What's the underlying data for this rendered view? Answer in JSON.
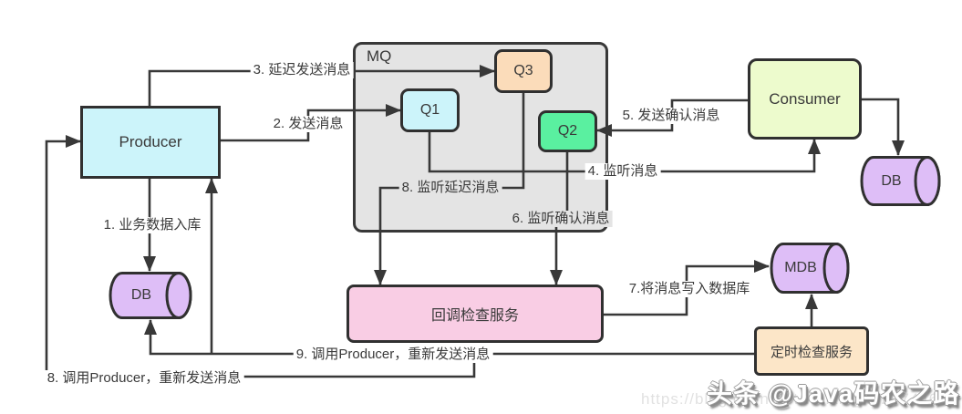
{
  "diagram": {
    "nodes": {
      "producer": {
        "label": "Producer"
      },
      "mq": {
        "label": "MQ"
      },
      "q1": {
        "label": "Q1"
      },
      "q2": {
        "label": "Q2"
      },
      "q3": {
        "label": "Q3"
      },
      "consumer": {
        "label": "Consumer"
      },
      "db_producer": {
        "label": "DB"
      },
      "db_consumer": {
        "label": "DB"
      },
      "mdb": {
        "label": "MDB"
      },
      "callback_service": {
        "label": "回调检查服务"
      },
      "timer_service": {
        "label": "定时检查服务"
      }
    },
    "edges": {
      "step1": {
        "label": "1. 业务数据入库"
      },
      "step2": {
        "label": "2. 发送消息"
      },
      "step3": {
        "label": "3. 延迟发送消息"
      },
      "step4": {
        "label": "4. 监听消息"
      },
      "step5": {
        "label": "5. 发送确认消息"
      },
      "step6": {
        "label": "6. 监听确认消息"
      },
      "step7": {
        "label": "7.将消息写入数据库"
      },
      "step8_listen": {
        "label": "8. 监听延迟消息"
      },
      "step8_call": {
        "label": "8. 调用Producer，重新发送消息"
      },
      "step9_call": {
        "label": "9. 调用Producer，重新发送消息"
      }
    },
    "watermark": {
      "text": "头条 @Java码农之路",
      "url_fragment": "https://blog.csdn.net/weixin_44297446"
    },
    "colors": {
      "producer_fill": "#ccf4fa",
      "q1_fill": "#ccf4fa",
      "q2_fill": "#5af0a0",
      "q3_fill": "#fbdcba",
      "consumer_fill": "#edfbcd",
      "mq_fill": "#e4e4e4",
      "db_fill": "#debef7",
      "callback_fill": "#f9cde4",
      "timer_fill": "#fce6c8",
      "line": "#383838"
    }
  }
}
